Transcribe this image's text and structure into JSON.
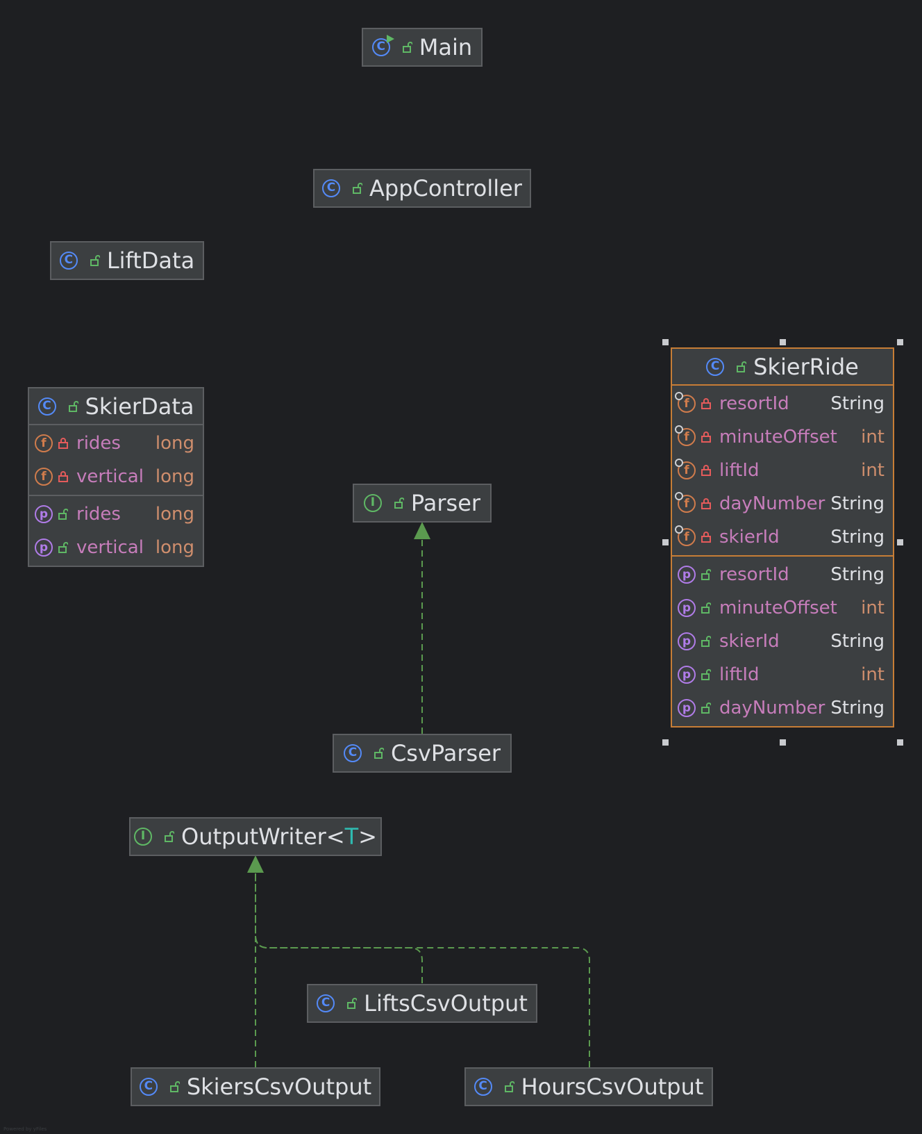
{
  "classes": {
    "main": {
      "name": "Main"
    },
    "app_controller": {
      "name": "AppController"
    },
    "lift_data": {
      "name": "LiftData"
    },
    "skier_data": {
      "name": "SkierData",
      "fields": [
        {
          "name": "rides",
          "type": "long"
        },
        {
          "name": "vertical",
          "type": "long"
        }
      ],
      "properties": [
        {
          "name": "rides",
          "type": "long"
        },
        {
          "name": "vertical",
          "type": "long"
        }
      ]
    },
    "parser": {
      "name": "Parser"
    },
    "csv_parser": {
      "name": "CsvParser"
    },
    "output_writer": {
      "name": "OutputWriter",
      "type_open": "<",
      "type_param": "T",
      "type_close": ">"
    },
    "lifts_csv_output": {
      "name": "LiftsCsvOutput"
    },
    "skiers_csv_output": {
      "name": "SkiersCsvOutput"
    },
    "hours_csv_output": {
      "name": "HoursCsvOutput"
    },
    "skier_ride": {
      "name": "SkierRide",
      "fields": [
        {
          "name": "resortId",
          "type": "String"
        },
        {
          "name": "minuteOffset",
          "type": "int"
        },
        {
          "name": "liftId",
          "type": "int"
        },
        {
          "name": "dayNumber",
          "type": "String"
        },
        {
          "name": "skierId",
          "type": "String"
        }
      ],
      "properties": [
        {
          "name": "resortId",
          "type": "String"
        },
        {
          "name": "minuteOffset",
          "type": "int"
        },
        {
          "name": "skierId",
          "type": "String"
        },
        {
          "name": "liftId",
          "type": "int"
        },
        {
          "name": "dayNumber",
          "type": "String"
        }
      ]
    }
  },
  "badges": {
    "class": "C",
    "interface": "I",
    "field": "f",
    "property": "p"
  },
  "colors": {
    "background": "#1e1f22",
    "node": "#3c3f41",
    "border": "#5c5e61",
    "selected_border": "#c77d36",
    "edge": "#5fb865",
    "class_icon": "#548af7",
    "interface_icon": "#5fb865",
    "member_name": "#c77dbb",
    "primitive_type": "#cf8e6d"
  },
  "footer": {
    "text": "Powered by yFiles"
  }
}
